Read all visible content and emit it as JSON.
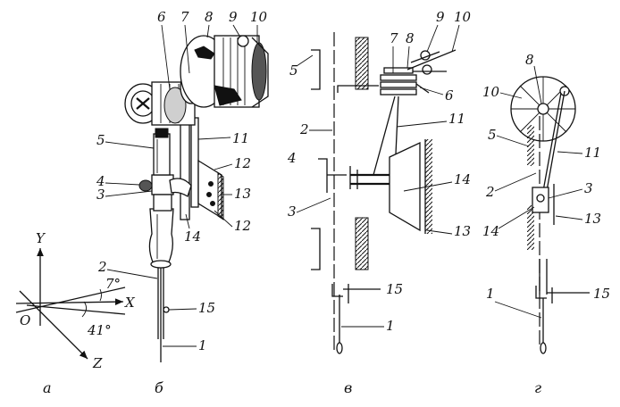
{
  "axes": {
    "y": "Y",
    "x": "X",
    "z": "Z",
    "origin": "O",
    "angle_small": "7°",
    "angle_large": "41°"
  },
  "panels": {
    "a": "а",
    "b": "б",
    "v": "в",
    "g": "г"
  },
  "labels": {
    "n1": "1",
    "n2": "2",
    "n3": "3",
    "n4": "4",
    "n5": "5",
    "n6": "6",
    "n7": "7",
    "n8": "8",
    "n9": "9",
    "n10": "10",
    "n11": "11",
    "n12": "12",
    "n13": "13",
    "n14": "14",
    "n15": "15"
  }
}
